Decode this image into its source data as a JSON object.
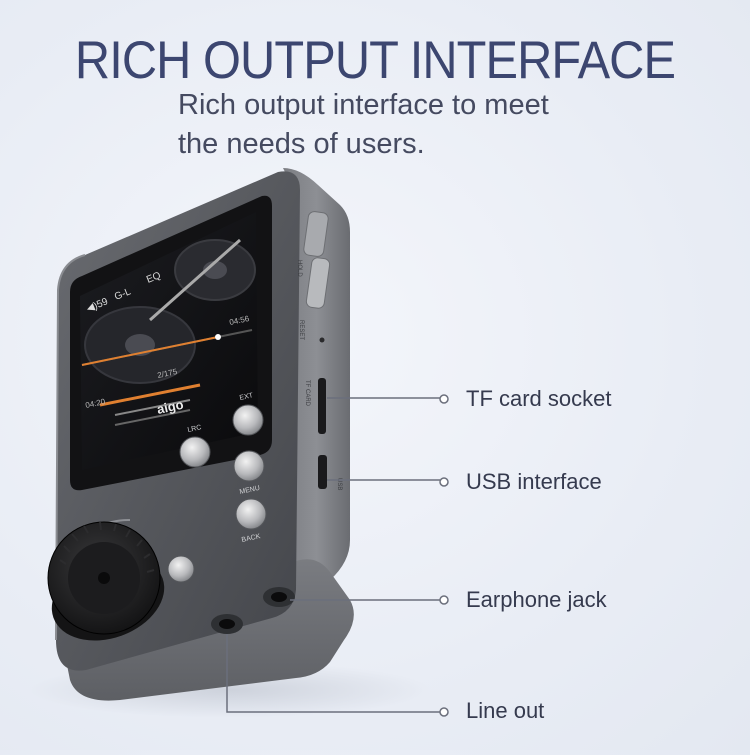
{
  "headline": "RICH OUTPUT INTERFACE",
  "subtitle": {
    "line1": "Rich output interface to meet",
    "line2": "the needs of users."
  },
  "callouts": [
    {
      "label": "TF card socket"
    },
    {
      "label": "USB interface"
    },
    {
      "label": "Earphone jack"
    },
    {
      "label": "Line out"
    }
  ],
  "device": {
    "brand": "aigo",
    "screen": {
      "volume": "◀)59",
      "eq_mode": "G-L",
      "eq_label": "EQ",
      "time_total": "04:56",
      "time_elapsed": "04:20",
      "track_index": "2/175"
    },
    "side_labels": [
      "HOLD",
      "RESET",
      "TF CARD",
      "USB"
    ],
    "button_labels": [
      "LRC",
      "EXT",
      "MENU",
      "BACK"
    ]
  },
  "colors": {
    "headline": "#3c4670",
    "device_body": "#55575c",
    "callout_line": "#6b6f7c"
  }
}
